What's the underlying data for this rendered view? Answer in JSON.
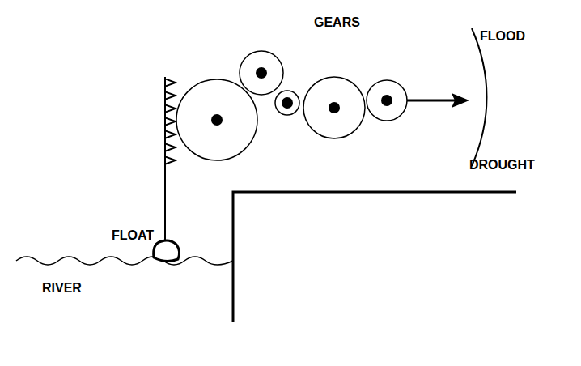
{
  "diagram": {
    "labels": [
      "FLOOD",
      "GEARS",
      "DROUGHT",
      "FLOAT",
      "RIVER"
    ]
  }
}
